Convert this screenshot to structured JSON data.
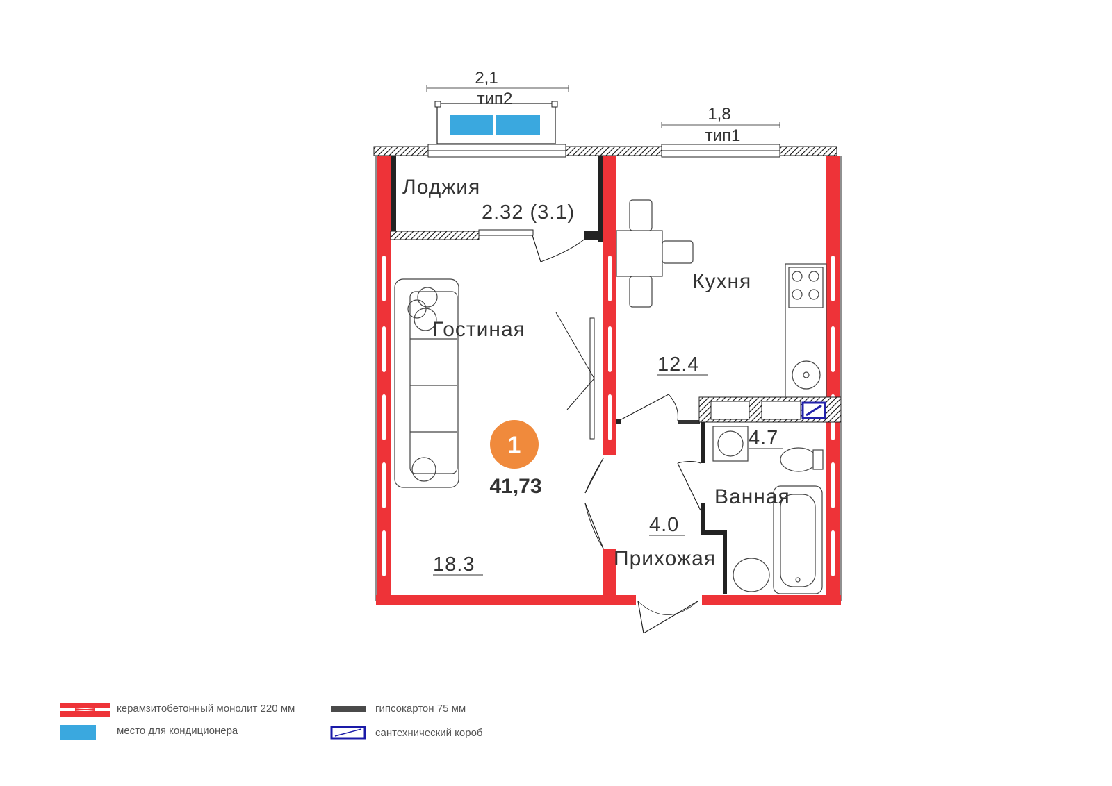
{
  "apartment": {
    "rooms_badge": "1",
    "total_area": "41,73"
  },
  "rooms": {
    "loggia": {
      "name": "Лоджия",
      "area": "2.32 (3.1)"
    },
    "living": {
      "name": "Гостиная",
      "area": "18.3"
    },
    "kitchen": {
      "name": "Кухня",
      "area": "12.4"
    },
    "hallway": {
      "name": "Прихожая",
      "area": "4.0"
    },
    "bathroom": {
      "name": "Ванная",
      "area": "4.7"
    }
  },
  "windows": {
    "type2": {
      "width": "2,1",
      "type": "тип2"
    },
    "type1": {
      "width": "1,8",
      "type": "тип1"
    }
  },
  "legend": {
    "monolith": "керамзитобетонный монолит 220 мм",
    "ac_place": "место для кондиционера",
    "drywall": "гипсокартон 75 мм",
    "plumbing": "сантехнический короб"
  },
  "colors": {
    "wall_red": "#ee3338",
    "ac_blue": "#3aa8df",
    "badge_orange": "#f08a3c",
    "drywall_dark": "#333333",
    "plumbing_blue": "#2222aa"
  }
}
